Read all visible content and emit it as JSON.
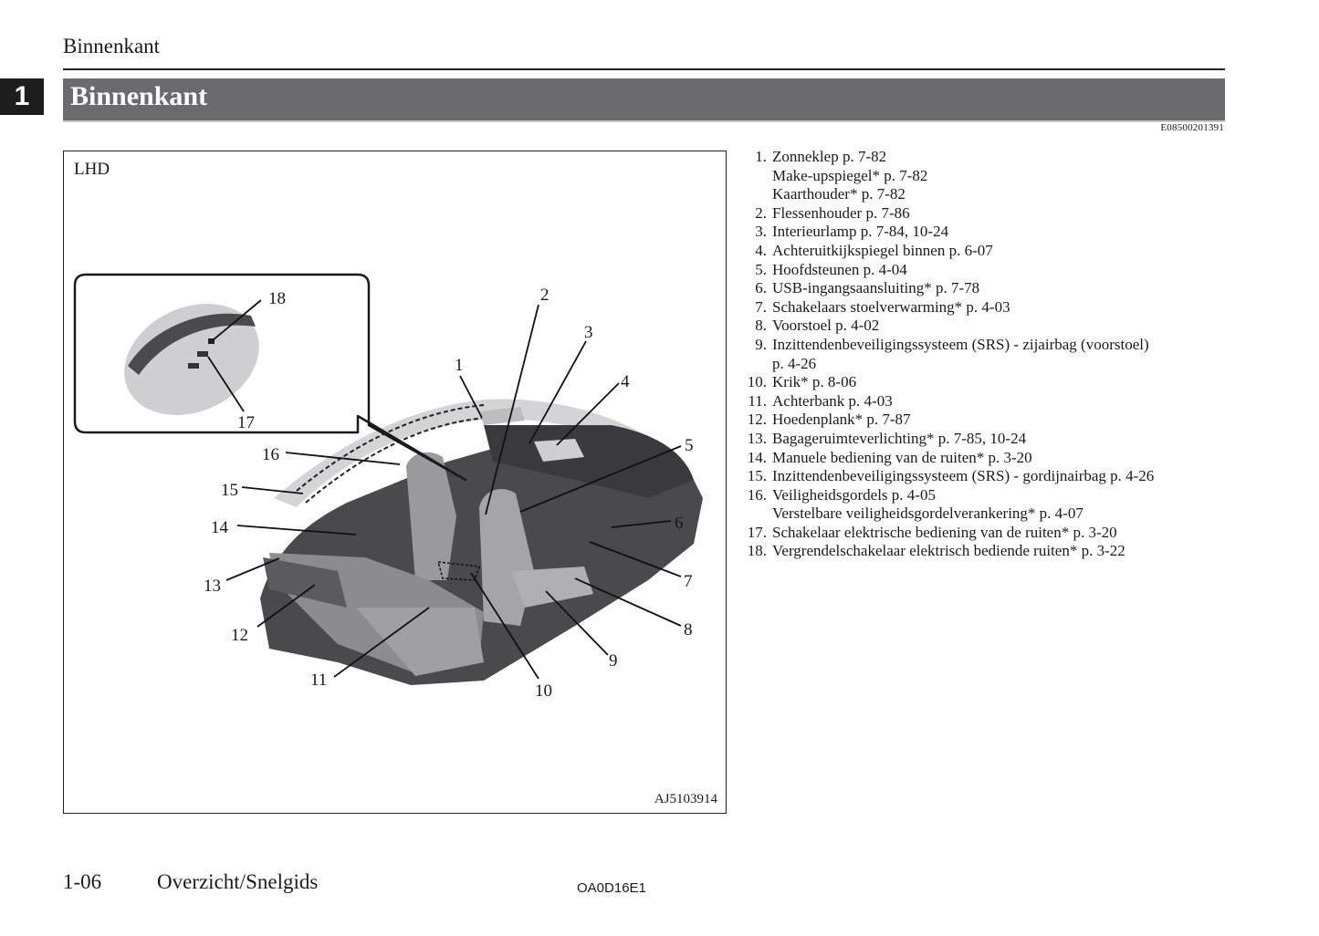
{
  "header": {
    "running_head": "Binnenkant",
    "chapter_number": "1",
    "section_title": "Binnenkant",
    "document_code": "E08500201391"
  },
  "figure": {
    "variant_label": "LHD",
    "figure_code": "AJ5103914",
    "callouts": [
      "1",
      "2",
      "3",
      "4",
      "5",
      "6",
      "7",
      "8",
      "9",
      "10",
      "11",
      "12",
      "13",
      "14",
      "15",
      "16",
      "17",
      "18"
    ]
  },
  "legend": [
    {
      "num": "1.",
      "lines": [
        "Zonneklep p. 7-82",
        "Make-upspiegel* p. 7-82",
        "Kaarthouder* p. 7-82"
      ]
    },
    {
      "num": "2.",
      "lines": [
        "Flessenhouder p. 7-86"
      ]
    },
    {
      "num": "3.",
      "lines": [
        "Interieurlamp p. 7-84, 10-24"
      ]
    },
    {
      "num": "4.",
      "lines": [
        "Achteruitkijkspiegel binnen p. 6-07"
      ]
    },
    {
      "num": "5.",
      "lines": [
        "Hoofdsteunen p. 4-04"
      ]
    },
    {
      "num": "6.",
      "lines": [
        "USB-ingangsaansluiting* p. 7-78"
      ]
    },
    {
      "num": "7.",
      "lines": [
        "Schakelaars stoelverwarming* p. 4-03"
      ]
    },
    {
      "num": "8.",
      "lines": [
        "Voorstoel p. 4-02"
      ]
    },
    {
      "num": "9.",
      "lines": [
        "Inzittendenbeveiligingssysteem (SRS) - zijairbag (voorstoel)",
        "p. 4-26"
      ]
    },
    {
      "num": "10.",
      "lines": [
        "Krik* p. 8-06"
      ]
    },
    {
      "num": "11.",
      "lines": [
        "Achterbank p. 4-03"
      ]
    },
    {
      "num": "12.",
      "lines": [
        "Hoedenplank* p. 7-87"
      ]
    },
    {
      "num": "13.",
      "lines": [
        "Bagageruimteverlichting* p. 7-85, 10-24"
      ]
    },
    {
      "num": "14.",
      "lines": [
        "Manuele bediening van de ruiten* p. 3-20"
      ]
    },
    {
      "num": "15.",
      "lines": [
        "Inzittendenbeveiligingssysteem (SRS) - gordijnairbag p. 4-26"
      ]
    },
    {
      "num": "16.",
      "lines": [
        "Veiligheidsgordels p. 4-05",
        "Verstelbare veiligheidsgordelverankering* p. 4-07"
      ]
    },
    {
      "num": "17.",
      "lines": [
        "Schakelaar elektrische bediening van de ruiten* p. 3-20"
      ]
    },
    {
      "num": "18.",
      "lines": [
        "Vergrendelschakelaar elektrisch bediende ruiten* p. 3-22"
      ]
    }
  ],
  "footer": {
    "page_number": "1-06",
    "section_name": "Overzicht/Snelgids",
    "manual_code": "OA0D16E1"
  }
}
